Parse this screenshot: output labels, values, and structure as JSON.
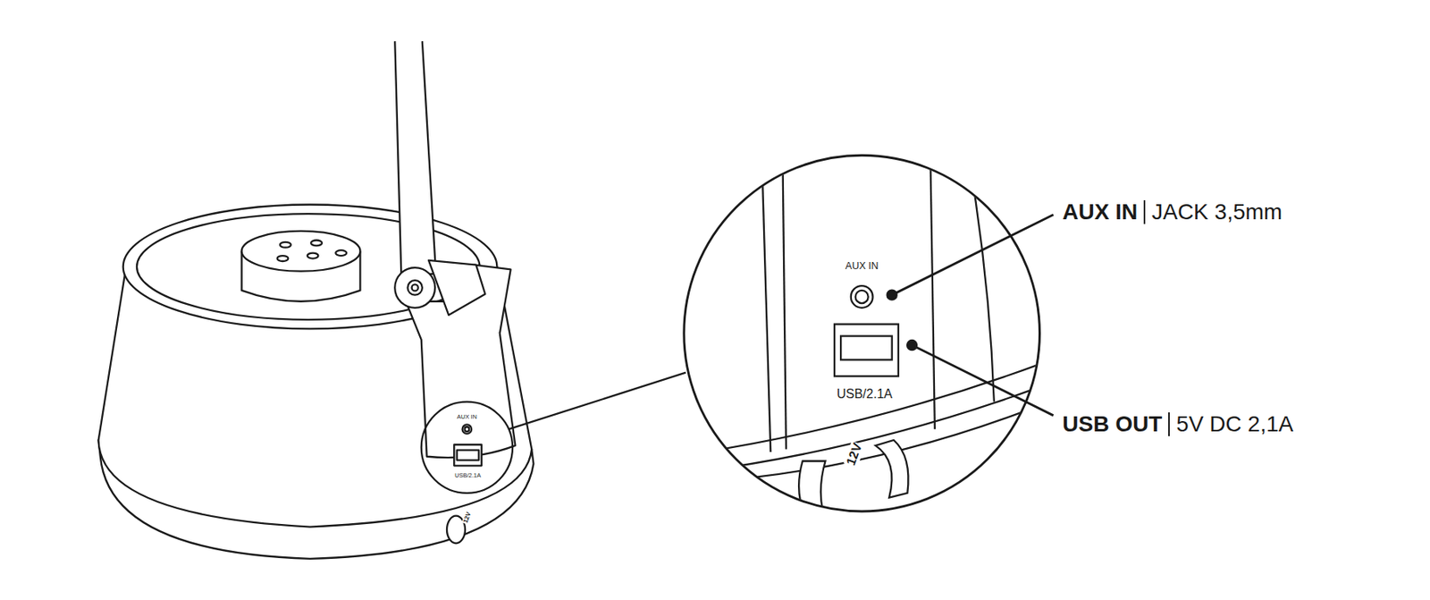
{
  "diagram": {
    "labels": [
      "AUX IN",
      "USB/2.1A",
      "12V",
      "AUX IN",
      "USB/2.1A",
      "12V",
      "AUX IN",
      "JACK 3,5mm",
      "USB OUT",
      "5V DC 2,1A"
    ]
  }
}
